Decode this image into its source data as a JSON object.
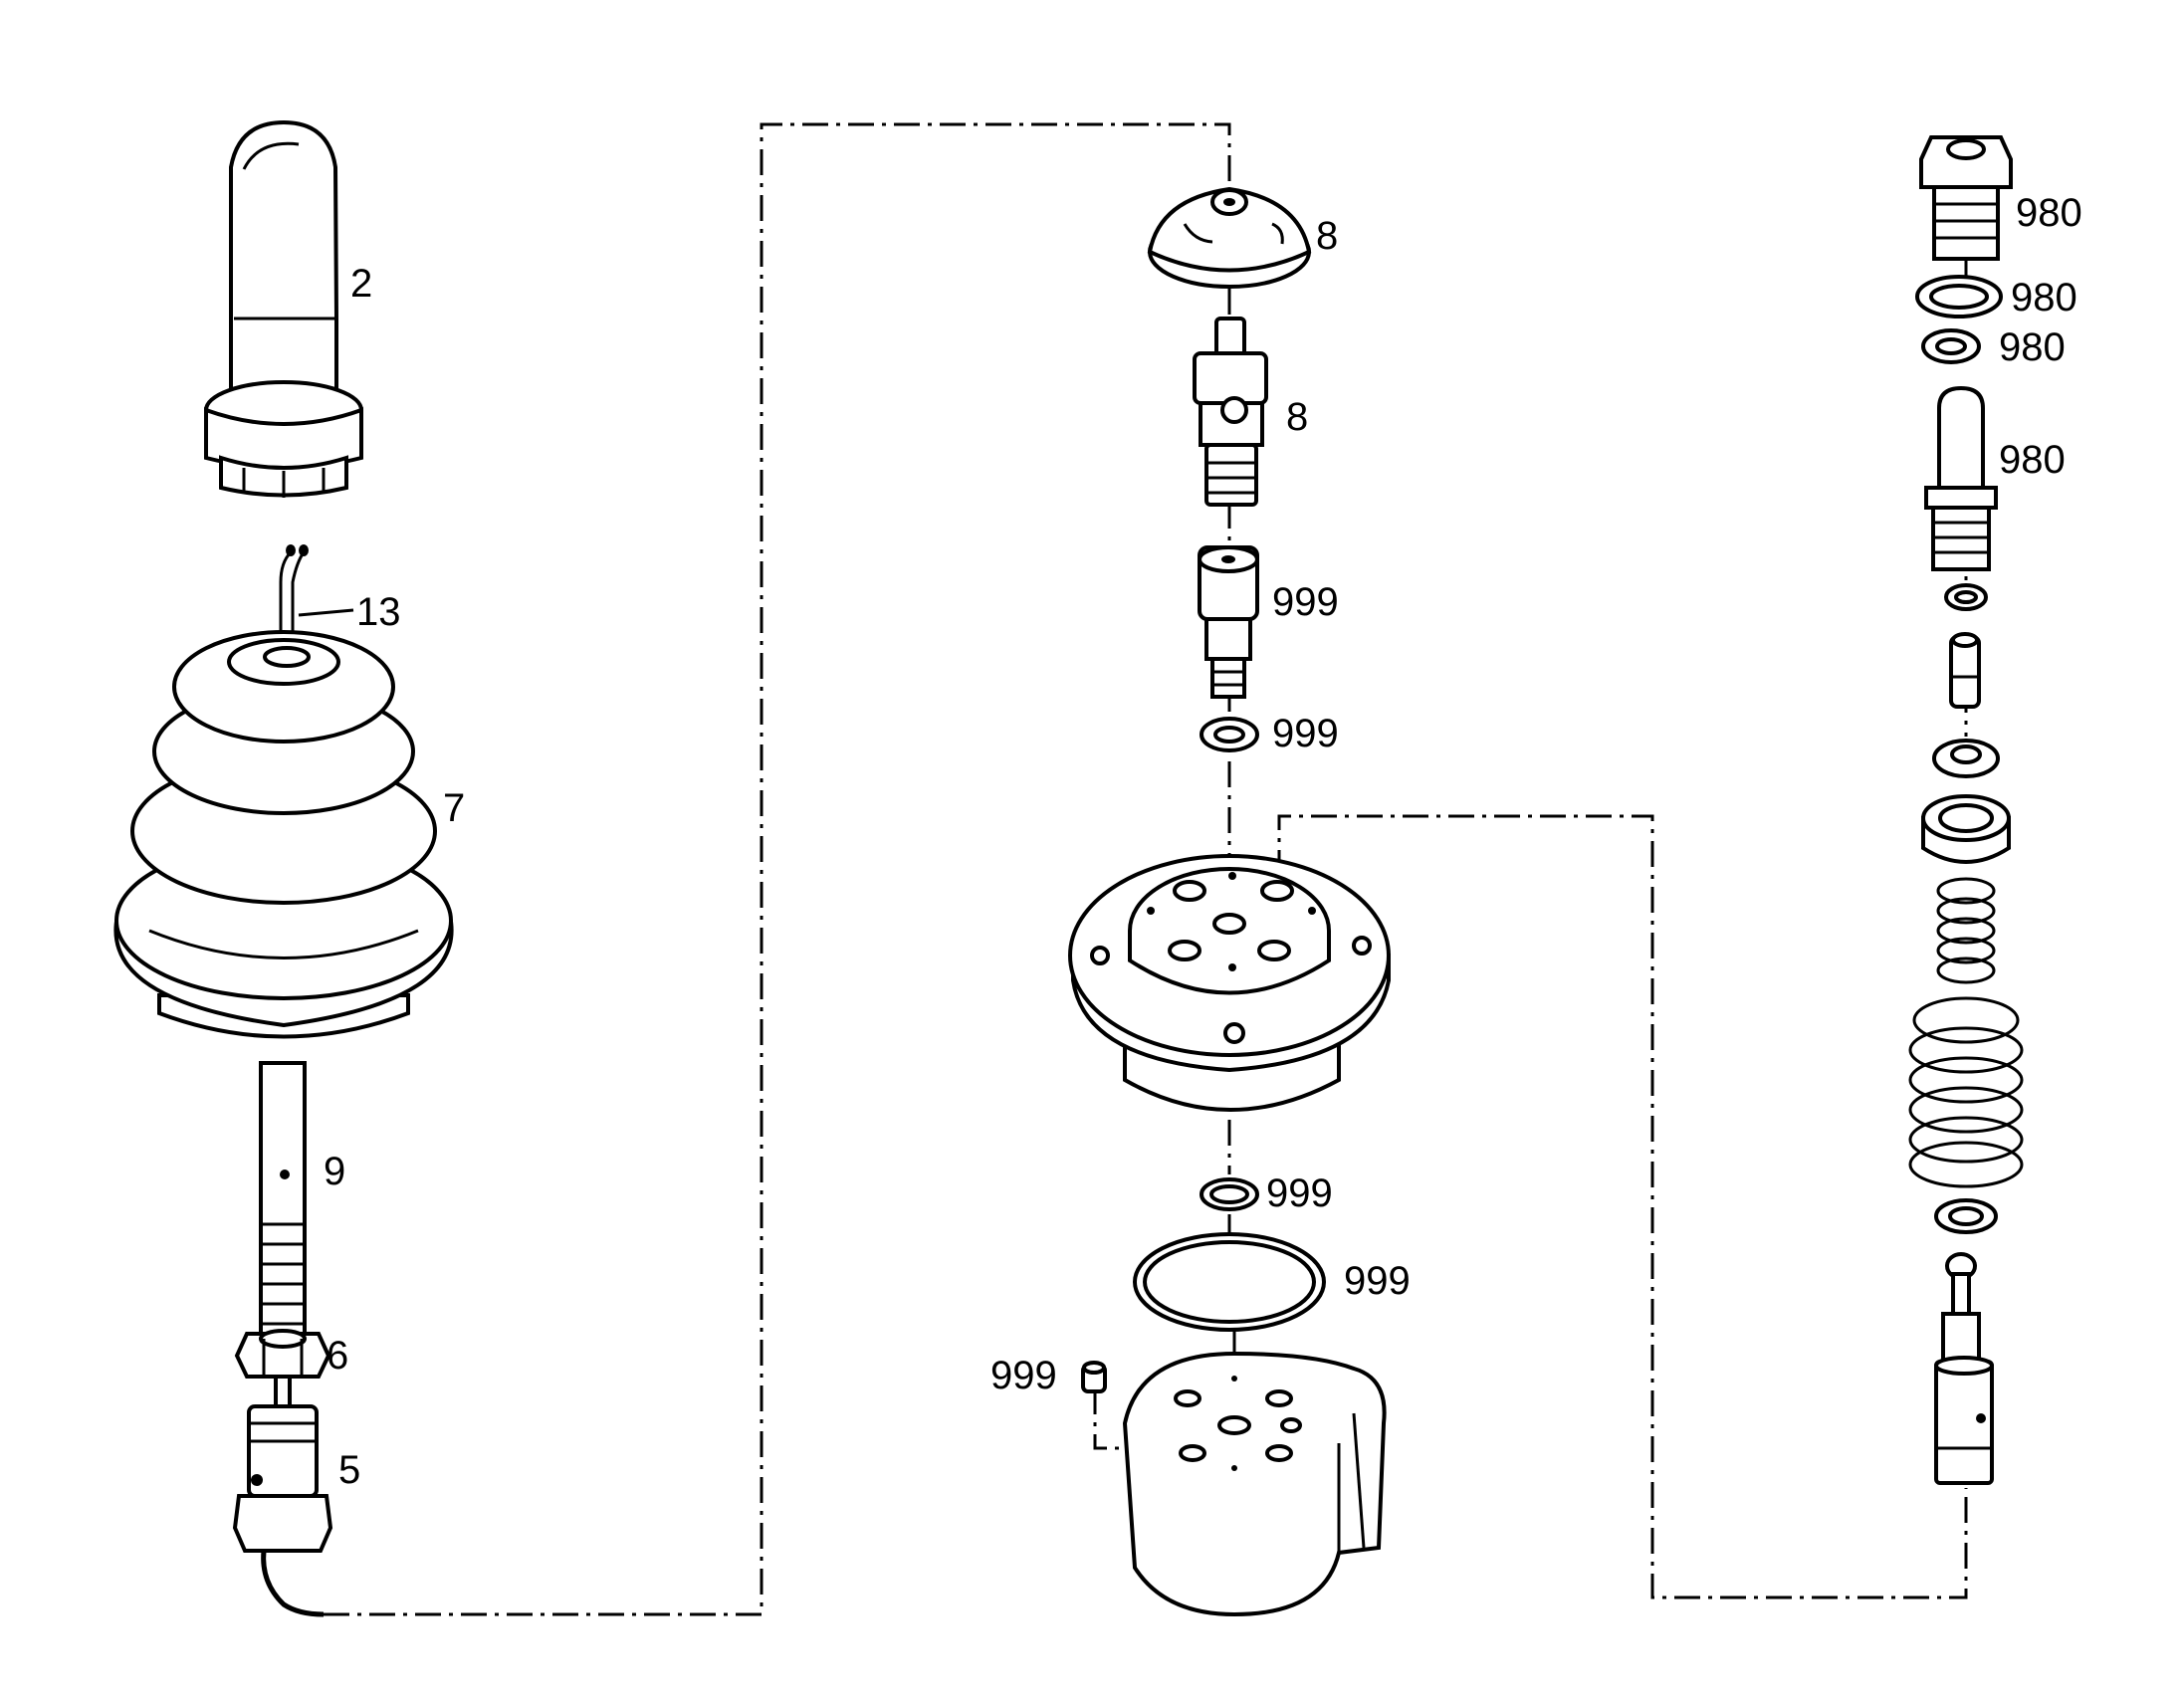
{
  "labels": {
    "handle": "2",
    "cable": "13",
    "boot": "7",
    "rod": "9",
    "nut": "6",
    "connector": "5",
    "cap": "8",
    "ujoint": "8",
    "plunger": "999",
    "washer_top": "999",
    "oring_small": "999",
    "oring_large": "999",
    "pin": "999",
    "plug": "980",
    "ring_a": "980",
    "ring_b": "980",
    "spool": "980"
  }
}
